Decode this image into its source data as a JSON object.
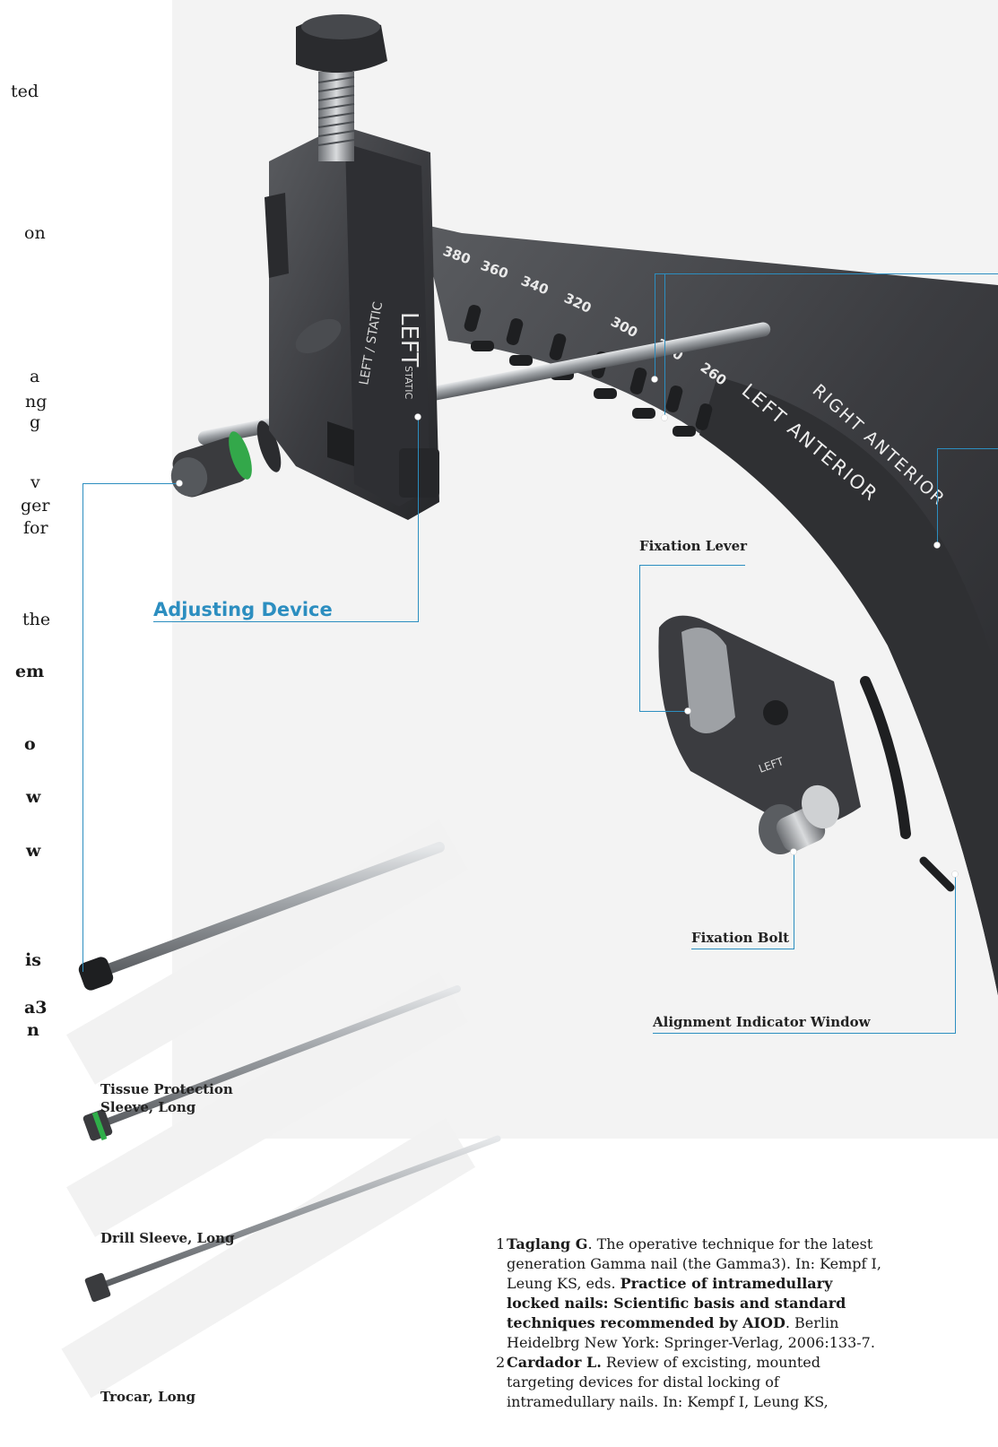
{
  "left_column": {
    "fragments": [
      {
        "text": "ted",
        "bold": false
      },
      {
        "text": "on",
        "bold": false
      },
      {
        "text": "a",
        "bold": false
      },
      {
        "text": "ng",
        "bold": false
      },
      {
        "text": "g",
        "bold": false
      },
      {
        "text": "v",
        "bold": false
      },
      {
        "text": "ger",
        "bold": false
      },
      {
        "text": "for",
        "bold": false
      },
      {
        "text": "the",
        "bold": false
      },
      {
        "text": "em",
        "bold": true
      },
      {
        "text": "o",
        "bold": true
      },
      {
        "text": "w",
        "bold": true
      },
      {
        "text": "w",
        "bold": true
      },
      {
        "text": "is",
        "bold": true
      },
      {
        "text": "a3",
        "bold": true
      },
      {
        "text": "n",
        "bold": true
      }
    ]
  },
  "title": "Adjusting Device",
  "device_markings": {
    "scale": [
      "380",
      "360",
      "340",
      "320",
      "300",
      "280",
      "260"
    ],
    "left_anterior": "LEFT ANTERIOR",
    "right_anterior": "RIGHT ANTERIOR",
    "left_vertical": "LEFT",
    "static": "STATIC",
    "left_static": "LEFT / STATIC",
    "lever_left": "LEFT"
  },
  "labels": {
    "fixation_lever": "Fixation Lever",
    "fixation_bolt": "Fixation Bolt",
    "alignment_window": "Alignment Indicator Window",
    "tissue_sleeve_1": "Tissue Protection",
    "tissue_sleeve_2": "Sleeve, Long",
    "drill_sleeve": "Drill Sleeve, Long",
    "trocar": "Trocar, Long"
  },
  "references": [
    {
      "num": "1",
      "parts": [
        {
          "t": "Taglang G",
          "b": true
        },
        {
          "t": ". The operative technique for the latest generation Gamma nail (the Gamma3). In: Kempf I, Leung KS, eds. ",
          "b": false
        },
        {
          "t": "Practice of intramedullary locked nails: Scientific basis and standard techniques recommended by AIOD",
          "b": true
        },
        {
          "t": ". Berlin Heidelbrg New York: Springer-Verlag, 2006:133-7.",
          "b": false
        }
      ]
    },
    {
      "num": "2",
      "parts": [
        {
          "t": "Cardador L.",
          "b": true
        },
        {
          "t": " Review of excisting, mounted targeting devices for distal locking of intramedullary nails. In: Kempf I, Leung KS,",
          "b": false
        }
      ]
    }
  ],
  "colors": {
    "accent": "#2c8ec0",
    "device_dark": "#3a3b3e",
    "background": "#ffffff"
  }
}
